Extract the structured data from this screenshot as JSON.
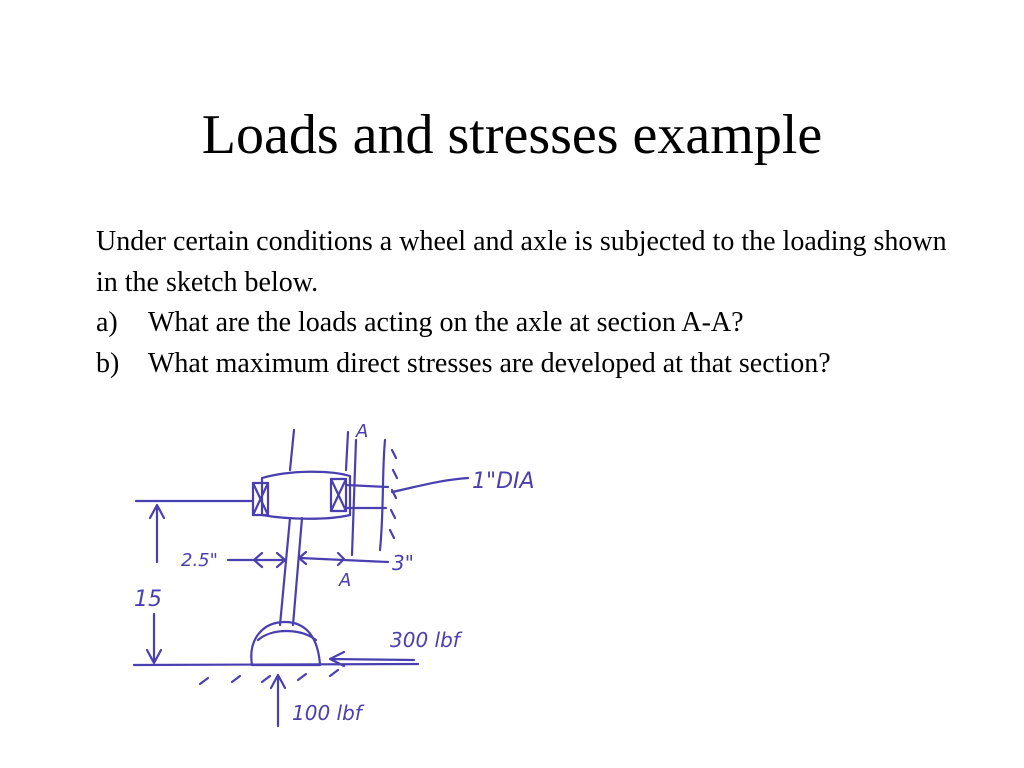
{
  "slide": {
    "title": "Loads and stresses example",
    "intro": "Under certain conditions a wheel and axle is subjected to the loading shown in the sketch below.",
    "questions": [
      {
        "marker": "a)",
        "text": "What are the loads acting on the axle at section A-A?"
      },
      {
        "marker": "b)",
        "text": "What maximum direct stresses are developed at that section?"
      }
    ]
  },
  "sketch": {
    "ink_color": "#4a3fb0",
    "labels": {
      "section_top": "A",
      "section_bottom": "A",
      "diameter": "1\"DIA",
      "dim_left": "2.5\"",
      "dim_right": "3\"",
      "height": "15",
      "horizontal_load": "300 lbf",
      "vertical_load": "100 lbf"
    }
  }
}
